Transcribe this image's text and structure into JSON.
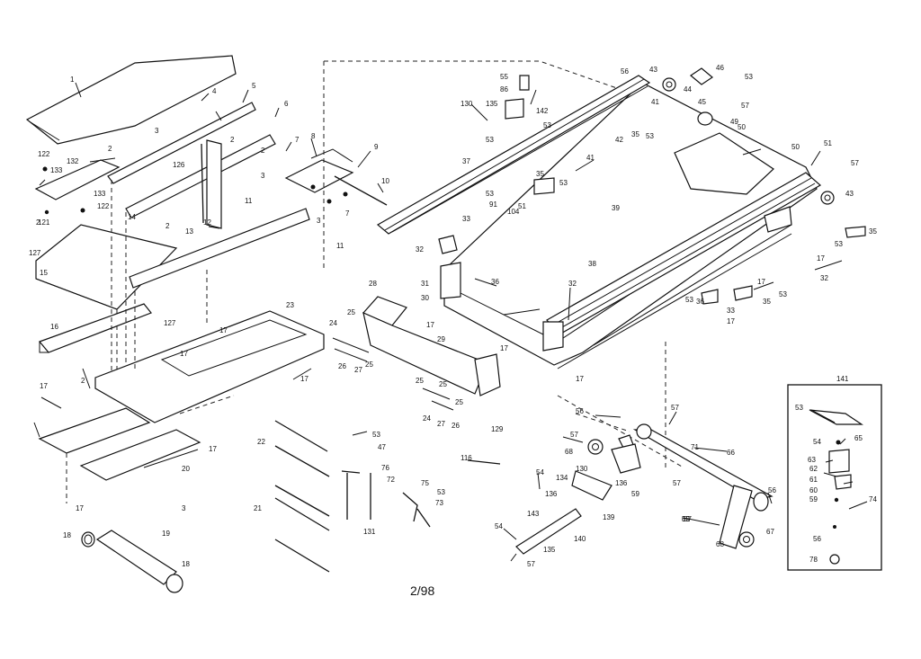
{
  "footer": {
    "page": "2/98"
  },
  "inset": {
    "title": "141"
  },
  "callouts": [
    {
      "id": "c1",
      "text": "1"
    },
    {
      "id": "c2a",
      "text": "2"
    },
    {
      "id": "c2b",
      "text": "2"
    },
    {
      "id": "c2c",
      "text": "2"
    },
    {
      "id": "c2d",
      "text": "2"
    },
    {
      "id": "c2e",
      "text": "2"
    },
    {
      "id": "c2f",
      "text": "2"
    },
    {
      "id": "c3a",
      "text": "3"
    },
    {
      "id": "c3b",
      "text": "3"
    },
    {
      "id": "c3c",
      "text": "3"
    },
    {
      "id": "c3d",
      "text": "3"
    },
    {
      "id": "c4",
      "text": "4"
    },
    {
      "id": "c5",
      "text": "5"
    },
    {
      "id": "c6",
      "text": "6"
    },
    {
      "id": "c7a",
      "text": "7"
    },
    {
      "id": "c7b",
      "text": "7"
    },
    {
      "id": "c8",
      "text": "8"
    },
    {
      "id": "c9",
      "text": "9"
    },
    {
      "id": "c10",
      "text": "10"
    },
    {
      "id": "c11a",
      "text": "11"
    },
    {
      "id": "c11b",
      "text": "11"
    },
    {
      "id": "c12",
      "text": "12"
    },
    {
      "id": "c13",
      "text": "13"
    },
    {
      "id": "c14",
      "text": "14"
    },
    {
      "id": "c15",
      "text": "15"
    },
    {
      "id": "c16",
      "text": "16"
    },
    {
      "id": "c17a",
      "text": "17"
    },
    {
      "id": "c17b",
      "text": "17"
    },
    {
      "id": "c17c",
      "text": "17"
    },
    {
      "id": "c17d",
      "text": "17"
    },
    {
      "id": "c17e",
      "text": "17"
    },
    {
      "id": "c17f",
      "text": "17"
    },
    {
      "id": "c17g",
      "text": "17"
    },
    {
      "id": "c17h",
      "text": "17"
    },
    {
      "id": "c17i",
      "text": "17"
    },
    {
      "id": "c17j",
      "text": "17"
    },
    {
      "id": "c17k",
      "text": "17"
    },
    {
      "id": "c17l",
      "text": "17"
    },
    {
      "id": "c18a",
      "text": "18"
    },
    {
      "id": "c18b",
      "text": "18"
    },
    {
      "id": "c19",
      "text": "19"
    },
    {
      "id": "c20",
      "text": "20"
    },
    {
      "id": "c21",
      "text": "21"
    },
    {
      "id": "c22",
      "text": "22"
    },
    {
      "id": "c23",
      "text": "23"
    },
    {
      "id": "c24a",
      "text": "24"
    },
    {
      "id": "c24b",
      "text": "24"
    },
    {
      "id": "c25a",
      "text": "25"
    },
    {
      "id": "c25b",
      "text": "25"
    },
    {
      "id": "c25c",
      "text": "25"
    },
    {
      "id": "c25d",
      "text": "25"
    },
    {
      "id": "c25e",
      "text": "25"
    },
    {
      "id": "c26a",
      "text": "26"
    },
    {
      "id": "c26b",
      "text": "26"
    },
    {
      "id": "c27a",
      "text": "27"
    },
    {
      "id": "c27b",
      "text": "27"
    },
    {
      "id": "c28",
      "text": "28"
    },
    {
      "id": "c29",
      "text": "29"
    },
    {
      "id": "c30",
      "text": "30"
    },
    {
      "id": "c31",
      "text": "31"
    },
    {
      "id": "c32a",
      "text": "32"
    },
    {
      "id": "c32b",
      "text": "32"
    },
    {
      "id": "c32c",
      "text": "32"
    },
    {
      "id": "c33a",
      "text": "33"
    },
    {
      "id": "c33b",
      "text": "33"
    },
    {
      "id": "c35a",
      "text": "35"
    },
    {
      "id": "c35b",
      "text": "35"
    },
    {
      "id": "c35c",
      "text": "35"
    },
    {
      "id": "c35d",
      "text": "35"
    },
    {
      "id": "c36a",
      "text": "36"
    },
    {
      "id": "c36b",
      "text": "36"
    },
    {
      "id": "c37",
      "text": "37"
    },
    {
      "id": "c38",
      "text": "38"
    },
    {
      "id": "c39",
      "text": "39"
    },
    {
      "id": "c41a",
      "text": "41"
    },
    {
      "id": "c41b",
      "text": "41"
    },
    {
      "id": "c42",
      "text": "42"
    },
    {
      "id": "c43a",
      "text": "43"
    },
    {
      "id": "c43b",
      "text": "43"
    },
    {
      "id": "c44",
      "text": "44"
    },
    {
      "id": "c45",
      "text": "45"
    },
    {
      "id": "c46",
      "text": "46"
    },
    {
      "id": "c47",
      "text": "47"
    },
    {
      "id": "c49",
      "text": "49"
    },
    {
      "id": "c50a",
      "text": "50"
    },
    {
      "id": "c50b",
      "text": "50"
    },
    {
      "id": "c51",
      "text": "51"
    },
    {
      "id": "c53a",
      "text": "53"
    },
    {
      "id": "c53b",
      "text": "53"
    },
    {
      "id": "c53c",
      "text": "53"
    },
    {
      "id": "c53d",
      "text": "53"
    },
    {
      "id": "c53e",
      "text": "53"
    },
    {
      "id": "c53f",
      "text": "53"
    },
    {
      "id": "c53g",
      "text": "53"
    },
    {
      "id": "c53h",
      "text": "53"
    },
    {
      "id": "c53i",
      "text": "53"
    },
    {
      "id": "c53j",
      "text": "53"
    },
    {
      "id": "c53k",
      "text": "53"
    },
    {
      "id": "c53l",
      "text": "53"
    },
    {
      "id": "c54a",
      "text": "54"
    },
    {
      "id": "c54b",
      "text": "54"
    },
    {
      "id": "c54c",
      "text": "54"
    },
    {
      "id": "c55",
      "text": "55"
    },
    {
      "id": "c56a",
      "text": "56"
    },
    {
      "id": "c56b",
      "text": "56"
    },
    {
      "id": "c56c",
      "text": "56"
    },
    {
      "id": "c56d",
      "text": "56"
    },
    {
      "id": "c57a",
      "text": "57"
    },
    {
      "id": "c57b",
      "text": "57"
    },
    {
      "id": "c57c",
      "text": "57"
    },
    {
      "id": "c57d",
      "text": "57"
    },
    {
      "id": "c57e",
      "text": "57"
    },
    {
      "id": "c57f",
      "text": "57"
    },
    {
      "id": "c57g",
      "text": "57"
    },
    {
      "id": "c59a",
      "text": "59"
    },
    {
      "id": "c59b",
      "text": "59"
    },
    {
      "id": "c59c",
      "text": "59"
    },
    {
      "id": "c60",
      "text": "60"
    },
    {
      "id": "c61",
      "text": "61"
    },
    {
      "id": "c62",
      "text": "62"
    },
    {
      "id": "c63",
      "text": "63"
    },
    {
      "id": "c65",
      "text": "65"
    },
    {
      "id": "c66",
      "text": "66"
    },
    {
      "id": "c67",
      "text": "67"
    },
    {
      "id": "c68a",
      "text": "68"
    },
    {
      "id": "c68b",
      "text": "68"
    },
    {
      "id": "c69",
      "text": "69"
    },
    {
      "id": "c71",
      "text": "71"
    },
    {
      "id": "c72",
      "text": "72"
    },
    {
      "id": "c73",
      "text": "73"
    },
    {
      "id": "c74",
      "text": "74"
    },
    {
      "id": "c75",
      "text": "75"
    },
    {
      "id": "c76",
      "text": "76"
    },
    {
      "id": "c78",
      "text": "78"
    },
    {
      "id": "c86",
      "text": "86"
    },
    {
      "id": "c104",
      "text": "104"
    },
    {
      "id": "c116",
      "text": "116"
    },
    {
      "id": "c121",
      "text": "121"
    },
    {
      "id": "c122a",
      "text": "122"
    },
    {
      "id": "c122b",
      "text": "122"
    },
    {
      "id": "c126",
      "text": "126"
    },
    {
      "id": "c127a",
      "text": "127"
    },
    {
      "id": "c127b",
      "text": "127"
    },
    {
      "id": "c129",
      "text": "129"
    },
    {
      "id": "c130a",
      "text": "130"
    },
    {
      "id": "c130b",
      "text": "130"
    },
    {
      "id": "c131",
      "text": "131"
    },
    {
      "id": "c132",
      "text": "132"
    },
    {
      "id": "c133a",
      "text": "133"
    },
    {
      "id": "c133b",
      "text": "133"
    },
    {
      "id": "c134",
      "text": "134"
    },
    {
      "id": "c135a",
      "text": "135"
    },
    {
      "id": "c135b",
      "text": "135"
    },
    {
      "id": "c136a",
      "text": "136"
    },
    {
      "id": "c136b",
      "text": "136"
    },
    {
      "id": "c139",
      "text": "139"
    },
    {
      "id": "c140",
      "text": "140"
    },
    {
      "id": "c142",
      "text": "142"
    },
    {
      "id": "c143",
      "text": "143"
    },
    {
      "id": "c51b",
      "text": "51"
    },
    {
      "id": "c91",
      "text": "91"
    }
  ]
}
